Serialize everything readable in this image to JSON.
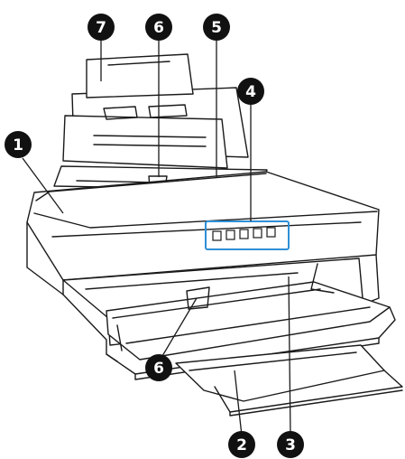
{
  "callouts": [
    {
      "id": "callout-1",
      "label": "1"
    },
    {
      "id": "callout-2",
      "label": "2"
    },
    {
      "id": "callout-3",
      "label": "3"
    },
    {
      "id": "callout-4",
      "label": "4"
    },
    {
      "id": "callout-5",
      "label": "5"
    },
    {
      "id": "callout-6-top",
      "label": "6"
    },
    {
      "id": "callout-6-bottom",
      "label": "6"
    },
    {
      "id": "callout-7",
      "label": "7"
    }
  ],
  "colors": {
    "line": "#1a1a1a",
    "callout_fill": "#111111",
    "callout_text": "#ffffff",
    "panel_highlight": "#2f8fd6",
    "background": "#ffffff"
  }
}
